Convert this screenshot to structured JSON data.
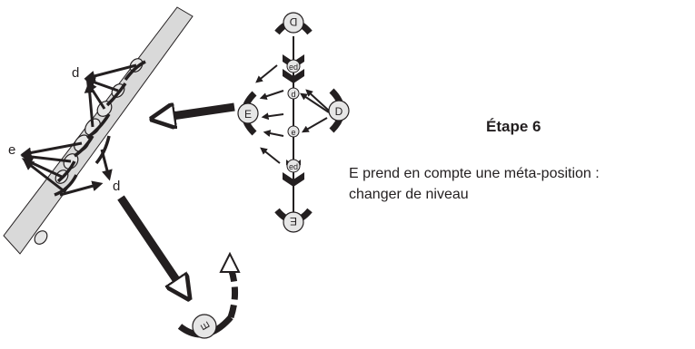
{
  "step": {
    "title": "Étape 6",
    "description_line1": "E prend en compte une méta-position :",
    "description_line2": "changer de niveau"
  },
  "diagram": {
    "labels": {
      "d_top": "d",
      "e_left": "e",
      "d_bottom": "d"
    },
    "figures": {
      "top": "D",
      "right": "D",
      "left": "E",
      "bottom": "E",
      "far_bottom": "E"
    },
    "mini_labels": {
      "top": "ed",
      "mid": "d",
      "mid2": "e",
      "low": "ed"
    }
  },
  "colors": {
    "ink": "#231f20",
    "band_fill": "#d9d9d9",
    "figure_fill": "#e6e6e6"
  }
}
